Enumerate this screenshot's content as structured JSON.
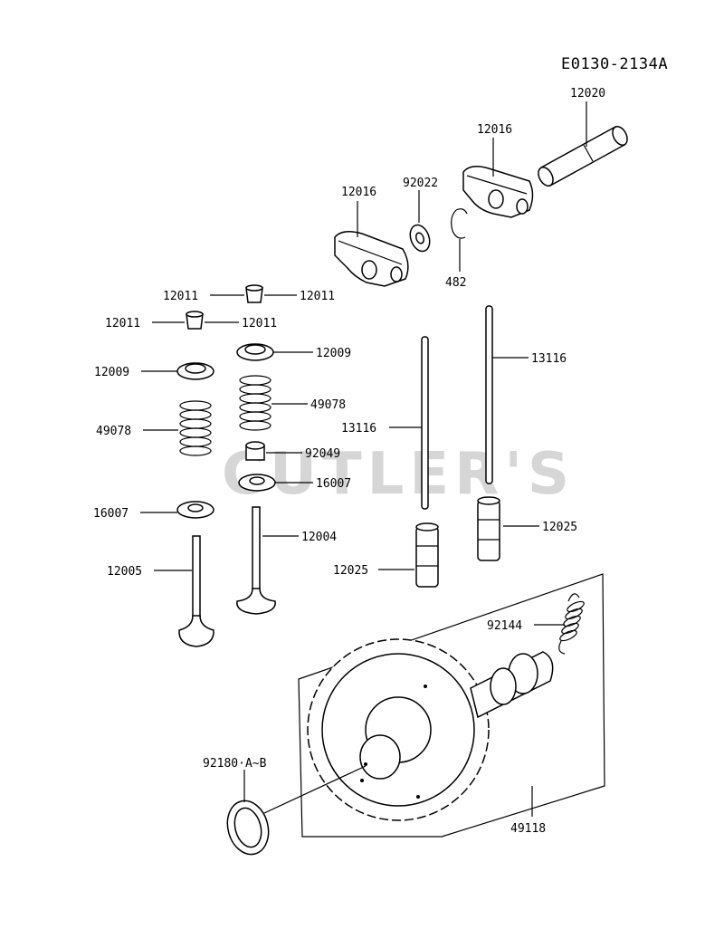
{
  "diagram_code": "E0130-2134A",
  "watermark": "CUTLER'S",
  "labels": {
    "p12020": "12020",
    "p12016a": "12016",
    "p12016b": "12016",
    "p92022": "92022",
    "p482": "482",
    "p12011a": "12011",
    "p12011b": "12011",
    "p12011c": "12011",
    "p12011d": "12011",
    "p12009a": "12009",
    "p12009b": "12009",
    "p49078a": "49078",
    "p49078b": "49078",
    "p92049": "92049",
    "p16007a": "16007",
    "p16007b": "16007",
    "p12004": "12004",
    "p12005": "12005",
    "p13116a": "13116",
    "p13116b": "13116",
    "p12025a": "12025",
    "p12025b": "12025",
    "p92144": "92144",
    "p92180": "92180·A~B",
    "p49118": "49118"
  }
}
